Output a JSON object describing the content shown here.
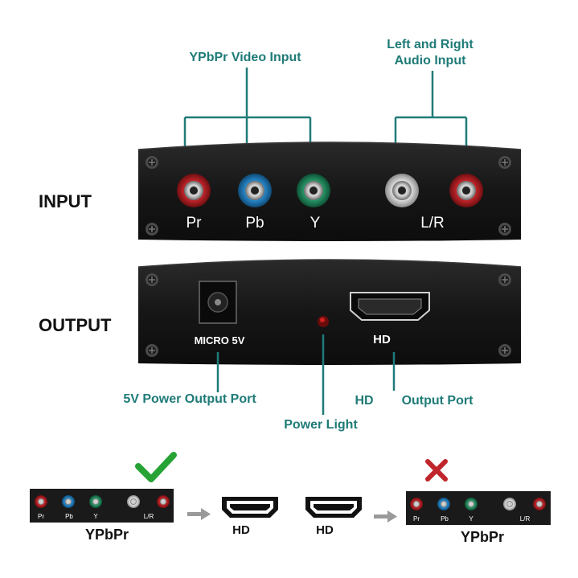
{
  "labels": {
    "ypbpr_video_input": "YPbPr Video Input",
    "audio_line1": "Left and Right",
    "audio_line2": "Audio Input",
    "input": "INPUT",
    "output": "OUTPUT",
    "pr": "Pr",
    "pb": "Pb",
    "y": "Y",
    "lr": "L/R",
    "micro5v": "MICRO 5V",
    "hd_panel": "HD",
    "power_port": "5V Power Output Port",
    "hd_prefix": "HD",
    "output_port": "Output Port",
    "power_light": "Power Light"
  },
  "bottom": {
    "ypbpr_left": "YPbPr",
    "hd_left": "HD",
    "hd_right": "HD",
    "ypbpr_right": "YPbPr",
    "mini_pr": "Pr",
    "mini_pb": "Pb",
    "mini_y": "Y",
    "mini_lr": "L/R"
  },
  "colors": {
    "callout": "#1f7b78",
    "panel": "#1c1c1c",
    "red_jack": "#c8262b",
    "blue_jack": "#2a8ccf",
    "green_jack": "#2a9a6a",
    "white_jack": "#d6d6d6",
    "check": "#27a336",
    "cross": "#c0252b"
  },
  "icons": [
    "checkmark-icon",
    "cross-icon",
    "arrow-right-icon",
    "hdmi-port-icon",
    "rca-jack-icon"
  ]
}
